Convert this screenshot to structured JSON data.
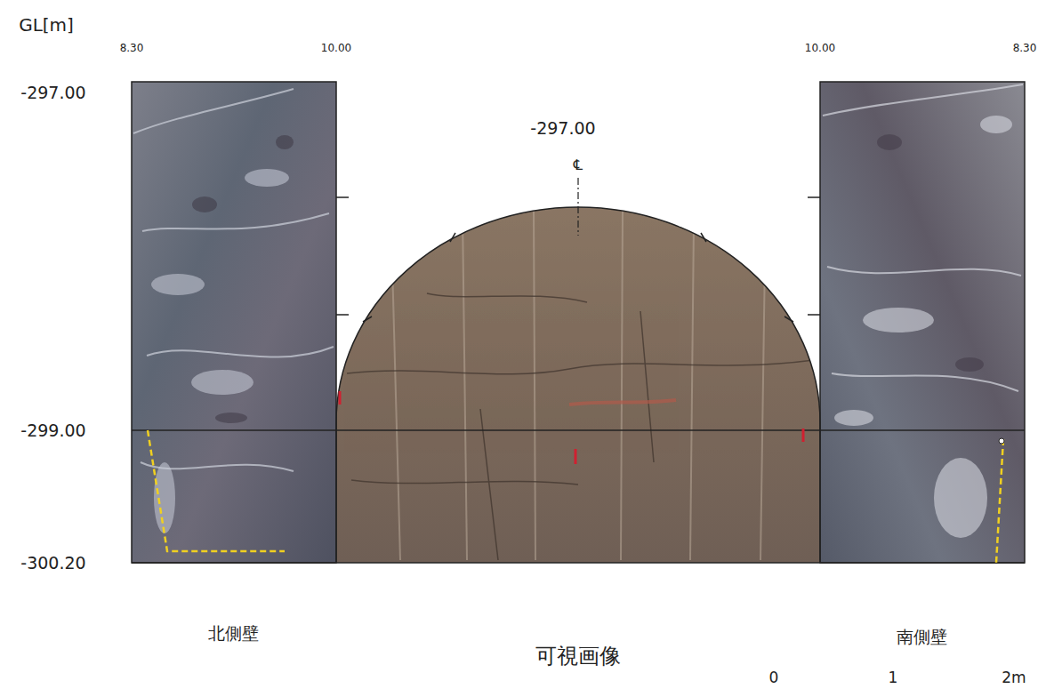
{
  "diagram": {
    "caption": "可視画像",
    "labels": [
      "GL[m]",
      "8.30",
      "10.00",
      "10.00",
      "8.30",
      "-297.00",
      "-297.00",
      "℄",
      "-299.00",
      "-300.20",
      "北側壁",
      "南側壁",
      "0",
      "1",
      "2m"
    ]
  }
}
